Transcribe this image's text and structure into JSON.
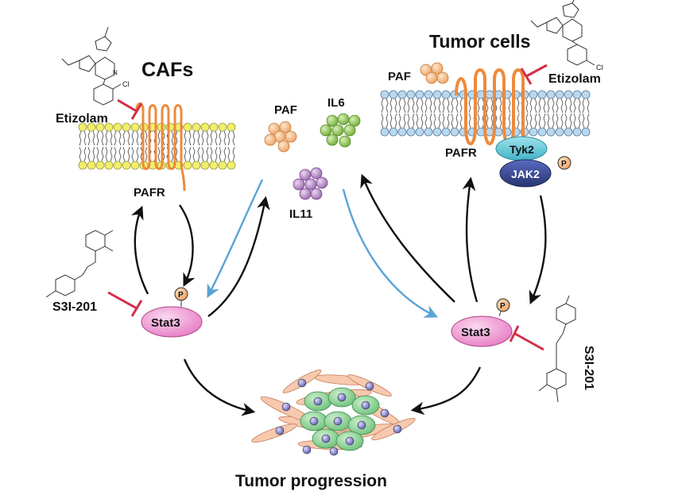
{
  "left": {
    "title": "CAFs",
    "inhibitor": "Etizolam",
    "receptor": "PAFR",
    "stat": "Stat3",
    "stat_inhibitor": "S3I-201",
    "phospho": "P"
  },
  "center": {
    "cytokines": [
      "PAF",
      "IL6",
      "IL11"
    ]
  },
  "right": {
    "title": "Tumor cells",
    "ligand": "PAF",
    "inhibitor": "Etizolam",
    "receptor": "PAFR",
    "kinase1": "Tyk2",
    "kinase2": "JAK2",
    "stat": "Stat3",
    "stat_inhibitor": "S3I-201",
    "phospho": "P",
    "kinase_phospho": "P"
  },
  "bottom": {
    "outcome": "Tumor progression"
  },
  "colors": {
    "membrane_left": "#f2ee6a",
    "membrane_right": "#b9d8ee",
    "receptor": "#ee8a3c",
    "stat": "#f3a3d6",
    "paf": "#f5c38e",
    "il6": "#9ed45f",
    "il11": "#c79bd6",
    "tyk2": "#64c8d6",
    "jak2": "#3c4a9a",
    "inhibit": "#d42e4a",
    "blue_arrow": "#5aa3d6"
  }
}
